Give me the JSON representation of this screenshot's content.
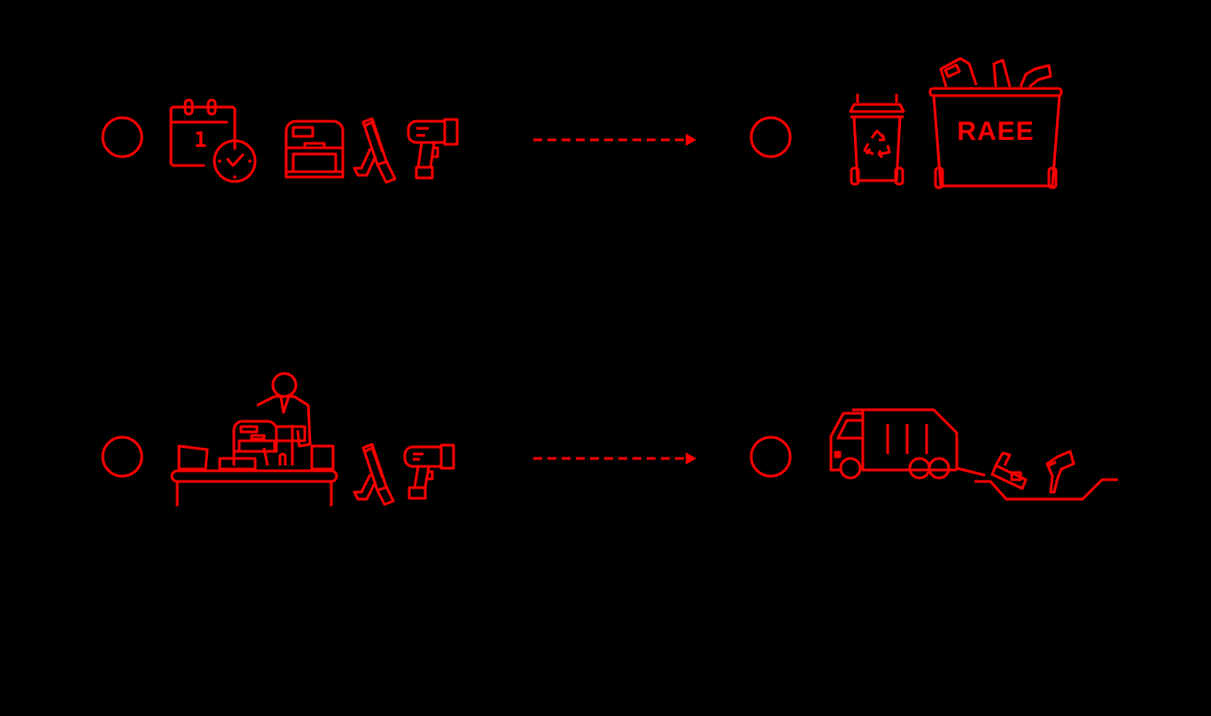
{
  "colors": {
    "background": "#000000",
    "accent": "#ff0000"
  },
  "rows": [
    {
      "id": "row-1",
      "marker": "circle",
      "source_icons": [
        "calendar-clock-icon",
        "printer-icon",
        "handheld-scanner-icon",
        "barcode-scanner-gun-icon"
      ],
      "connector": "dashed-arrow-icon",
      "target_marker": "circle",
      "target_icons": [
        "recycling-bin-icon",
        "raee-container-icon"
      ],
      "calendar_day": "1",
      "container_label": "RAEE"
    },
    {
      "id": "row-2",
      "marker": "circle",
      "source_icons": [
        "person-at-desk-with-printer-icon",
        "handheld-scanner-icon",
        "barcode-scanner-gun-icon"
      ],
      "connector": "dashed-arrow-icon",
      "target_marker": "circle",
      "target_icons": [
        "garbage-truck-icon",
        "landfill-with-devices-icon"
      ]
    }
  ]
}
